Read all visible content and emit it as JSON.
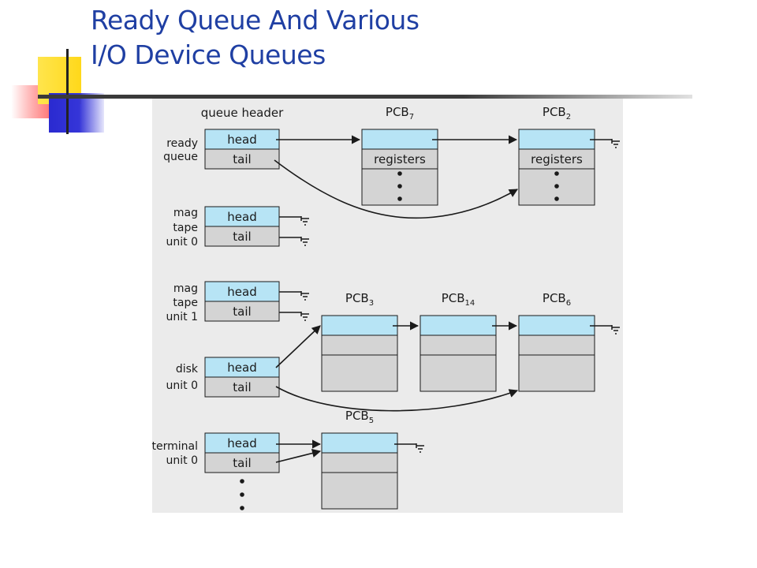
{
  "slide": {
    "title_line1": "Ready Queue And Various",
    "title_line2": "I/O Device Queues"
  },
  "diagram": {
    "header_label": "queue header",
    "queues": [
      {
        "label_lines": [
          "ready",
          "queue"
        ],
        "head_label": "head",
        "tail_label": "tail"
      },
      {
        "label_lines": [
          "mag",
          "tape",
          "unit 0"
        ],
        "head_label": "head",
        "tail_label": "tail"
      },
      {
        "label_lines": [
          "mag",
          "tape",
          "unit 1"
        ],
        "head_label": "head",
        "tail_label": "tail"
      },
      {
        "label_lines": [
          "disk",
          "unit 0"
        ],
        "head_label": "head",
        "tail_label": "tail"
      },
      {
        "label_lines": [
          "terminal",
          "unit 0"
        ],
        "head_label": "head",
        "tail_label": "tail"
      }
    ],
    "pcbs": [
      {
        "label": "PCB",
        "sub": "7",
        "registers_label": "registers"
      },
      {
        "label": "PCB",
        "sub": "2",
        "registers_label": "registers"
      },
      {
        "label": "PCB",
        "sub": "3"
      },
      {
        "label": "PCB",
        "sub": "14"
      },
      {
        "label": "PCB",
        "sub": "6"
      },
      {
        "label": "PCB",
        "sub": "5"
      }
    ],
    "colors": {
      "background": "#ebebeb",
      "head_fill": "#b7e4f5",
      "tail_fill": "#d4d4d4",
      "stroke": "#1a1a1a",
      "title": "#1f3fa3"
    }
  }
}
